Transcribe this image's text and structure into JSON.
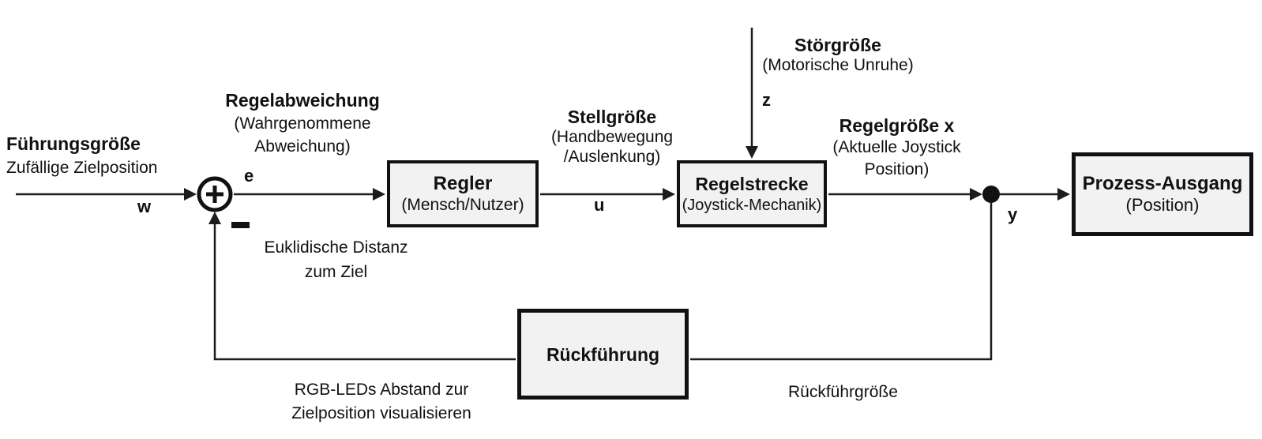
{
  "diagram": {
    "type": "control-loop-block-diagram",
    "colors": {
      "background": "#ffffff",
      "line": "#1c1c1c",
      "box_fill": "#f2f2f2",
      "box_border": "#111111",
      "text": "#111111"
    },
    "blocks": {
      "regler": {
        "title": "Regler",
        "subtitle": "(Mensch/Nutzer)"
      },
      "regelstrecke": {
        "title": "Regelstrecke",
        "subtitle": "(Joystick-Mechanik)"
      },
      "prozess": {
        "title": "Prozess-Ausgang",
        "subtitle": "(Position)"
      },
      "rueckfuehrung": {
        "title": "Rückführung"
      }
    },
    "sum_junction": {
      "plus": "+",
      "minus": "−"
    },
    "signals": {
      "w": "w",
      "e": "e",
      "u": "u",
      "z": "z",
      "y": "y"
    },
    "annotations": {
      "fuehrung_title": "Führungsgröße",
      "fuehrung_sub": "Zufällige Zielposition",
      "regelabweichung_title": "Regelabweichung",
      "regelabweichung_sub1": "(Wahrgenommene",
      "regelabweichung_sub2": "Abweichung)",
      "euklid_line1": "Euklidische Distanz",
      "euklid_line2": "zum Ziel",
      "stell_title": "Stellgröße",
      "stell_sub1": "(Handbewegung",
      "stell_sub2": "/Auslenkung)",
      "stoer_title": "Störgröße",
      "stoer_sub": "(Motorische Unruhe)",
      "regelgroesse_title": "Regelgröße x",
      "regelgroesse_sub1": "(Aktuelle Joystick",
      "regelgroesse_sub2": "Position)",
      "rgb_line1": "RGB-LEDs Abstand zur",
      "rgb_line2": "Zielposition visualisieren",
      "rueckfuehr_groesse": "Rückführgröße"
    }
  }
}
